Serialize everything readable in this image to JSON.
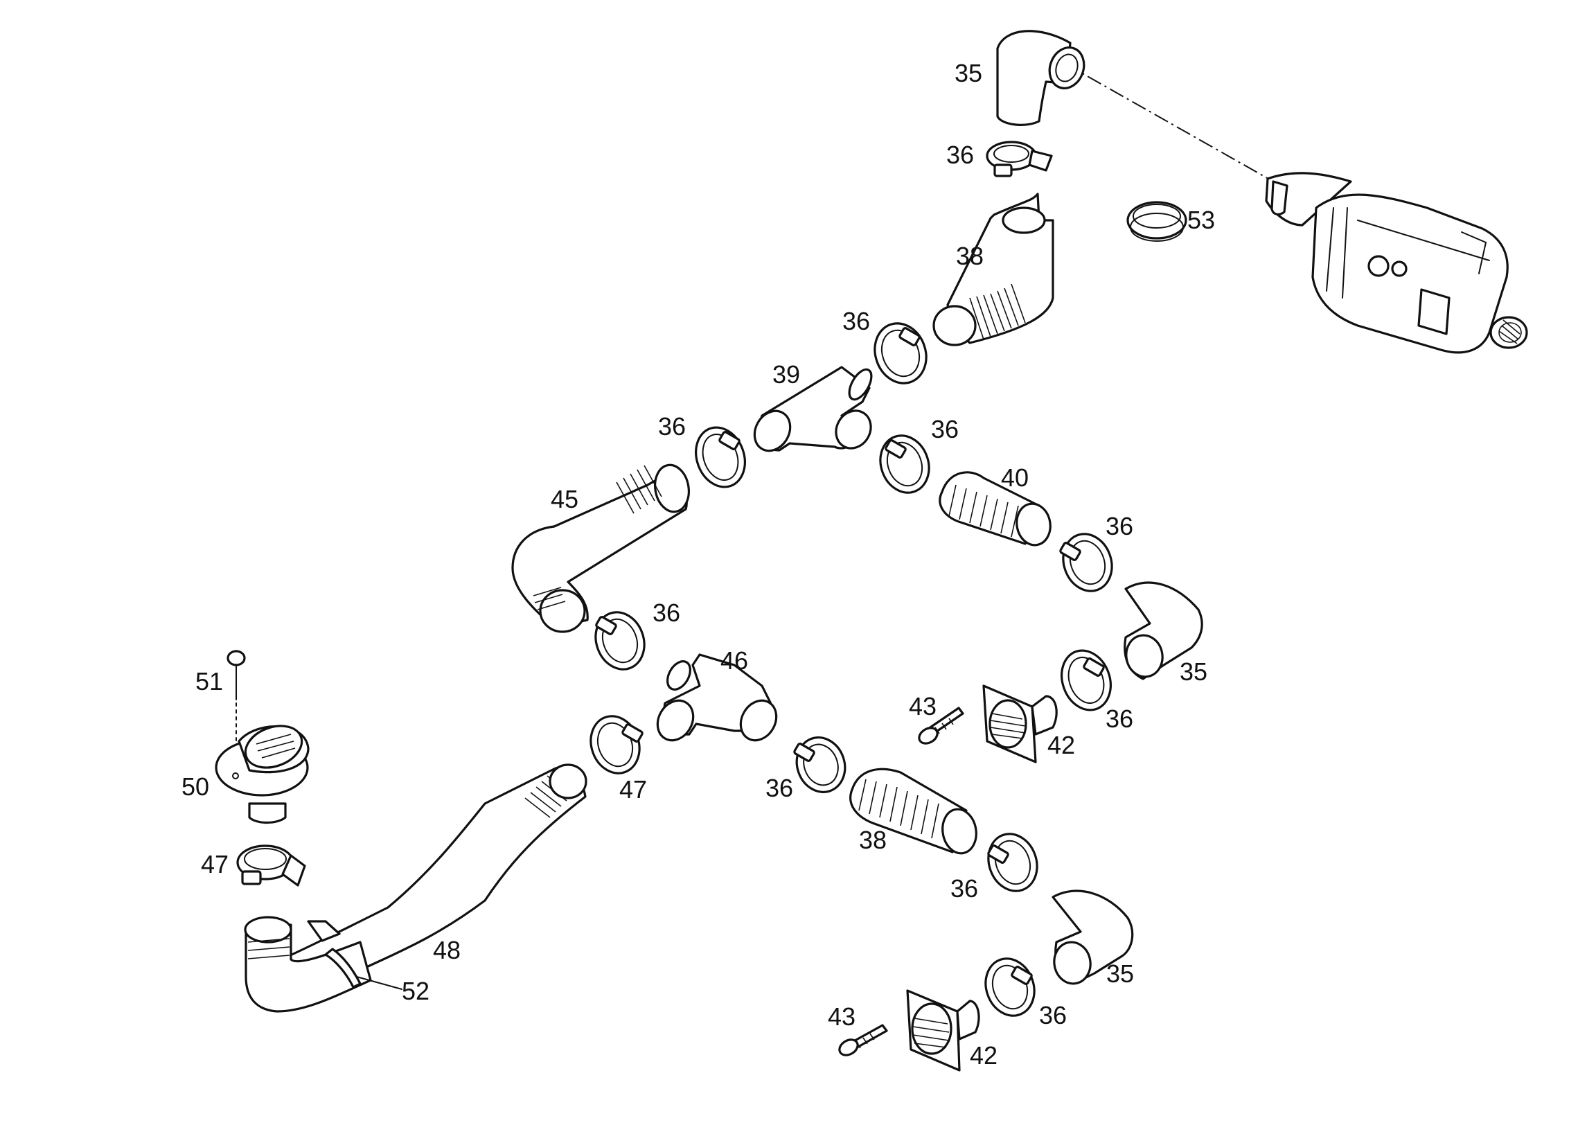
{
  "diagram": {
    "parts": {
      "elbow_top": "35",
      "clamp_top": "36",
      "ring": "53",
      "hose_elbow_top": "38",
      "clamp_a": "36",
      "tee_upper": "39",
      "clamp_b": "36",
      "clamp_c": "36",
      "hose_left": "45",
      "hose_mid": "40",
      "clamp_d": "36",
      "clamp_e": "36",
      "tee_lower": "46",
      "elbow_right_upper": "35",
      "clamp_f": "36",
      "screw_upper": "43",
      "outlet_upper": "42",
      "pin": "51",
      "intake_cover": "50",
      "clamp_47_a": "47",
      "clamp_g": "36",
      "hose_lower": "38",
      "clamp_47_b": "47",
      "clamp_h": "36",
      "long_hose": "48",
      "elbow_right_lower": "35",
      "strap": "52",
      "clamp_i": "36",
      "screw_lower": "43",
      "outlet_lower": "42"
    }
  }
}
